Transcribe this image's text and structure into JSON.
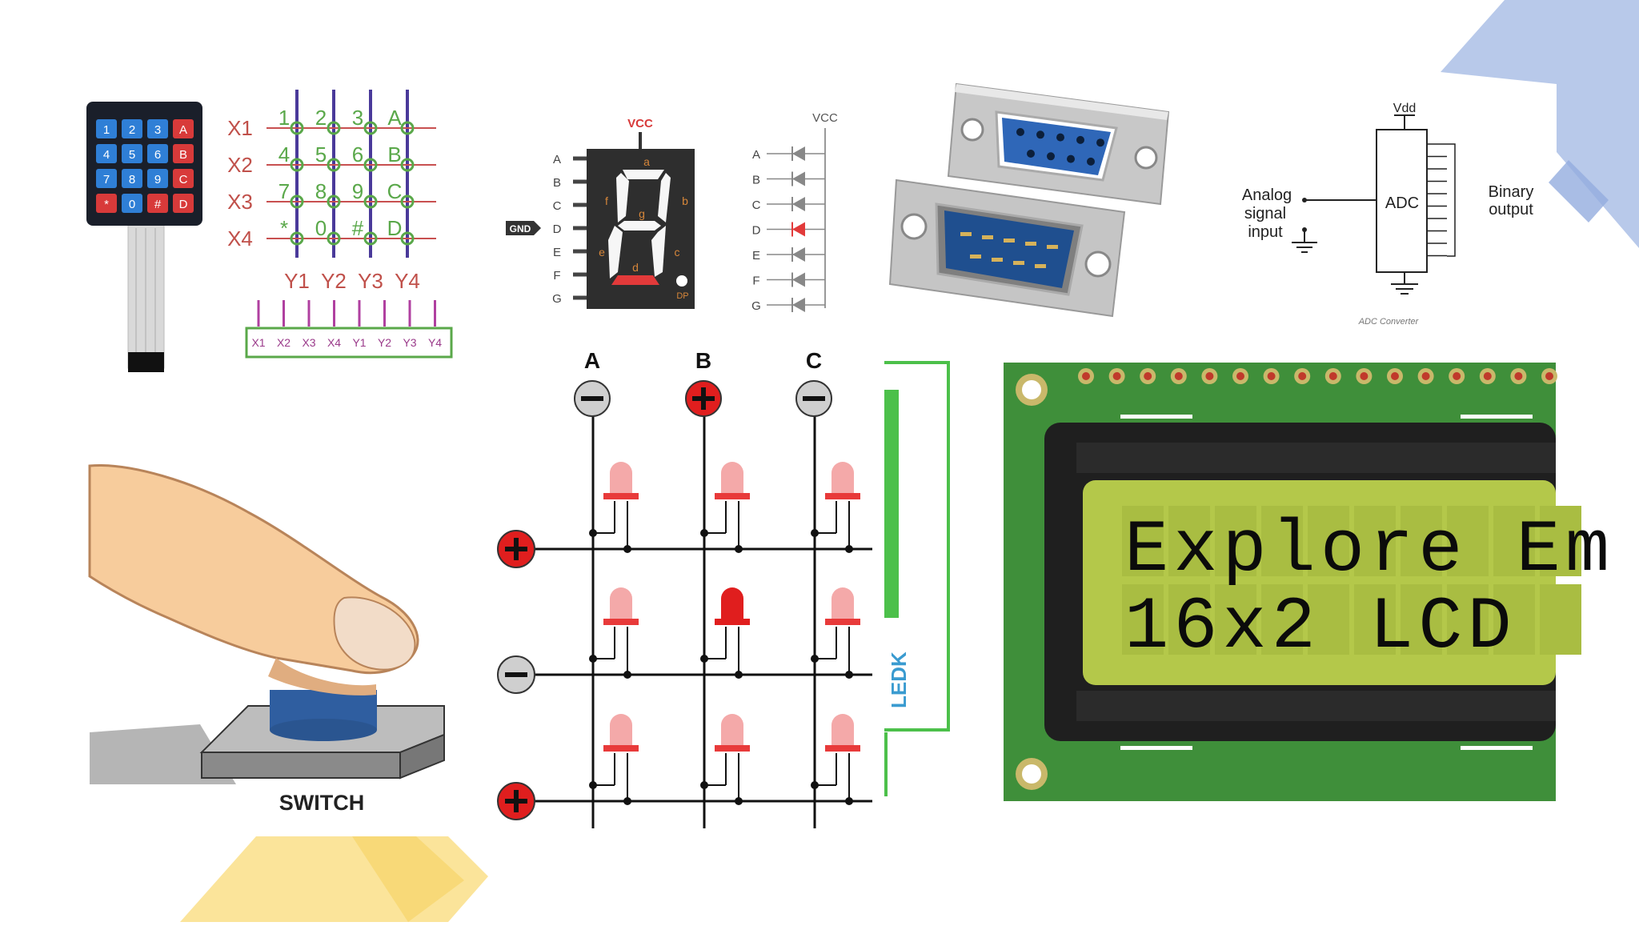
{
  "keypad": {
    "keys": [
      [
        "1",
        "2",
        "3",
        "A"
      ],
      [
        "4",
        "5",
        "6",
        "B"
      ],
      [
        "7",
        "8",
        "9",
        "C"
      ],
      [
        "*",
        "0",
        "#",
        "D"
      ]
    ],
    "matrix_rows": [
      "X1",
      "X2",
      "X3",
      "X4"
    ],
    "matrix_cols": [
      "Y1",
      "Y2",
      "Y3",
      "Y4"
    ],
    "grid_chars": [
      [
        "1",
        "2",
        "3",
        "A"
      ],
      [
        "4",
        "5",
        "6",
        "B"
      ],
      [
        "7",
        "8",
        "9",
        "C"
      ],
      [
        "*",
        "0",
        "#",
        "D"
      ]
    ],
    "pins": [
      "X1",
      "X2",
      "X3",
      "X4",
      "Y1",
      "Y2",
      "Y3",
      "Y4"
    ]
  },
  "seven_segment": {
    "vcc": "VCC",
    "gnd": "GND",
    "pin_labels": [
      "A",
      "B",
      "C",
      "D",
      "E",
      "F",
      "G"
    ],
    "segment_letters": [
      "a",
      "b",
      "c",
      "d",
      "e",
      "f",
      "g"
    ],
    "dp": "DP",
    "led_vcc": "VCC",
    "led_labels": [
      "A",
      "B",
      "C",
      "D",
      "E",
      "F",
      "G"
    ]
  },
  "adc": {
    "vdd": "Vdd",
    "block": "ADC",
    "input_label": [
      "Analog",
      "signal",
      "input"
    ],
    "output_label": [
      "Binary",
      "output"
    ],
    "caption": "ADC Converter"
  },
  "switch": {
    "label": "SWITCH"
  },
  "led_matrix": {
    "columns": [
      "A",
      "B",
      "C"
    ],
    "column_polarity": [
      "−",
      "+",
      "−"
    ],
    "row_polarity": [
      "+",
      "−",
      "+"
    ],
    "lit_cell": [
      1,
      1
    ],
    "side_text": "LEDK"
  },
  "lcd": {
    "line1": "Explore Em",
    "line2": "16x2 LCD"
  },
  "colors": {
    "keypad_blue": "#2f7fd6",
    "keypad_red": "#d83a3a",
    "matrix_green": "#5aa84a",
    "matrix_purple": "#4a3a9a",
    "lcd_green": "#b4c84a",
    "pcb_green": "#3f8f3a",
    "deco_blue": "#b8c9ea",
    "deco_yellow": "#fbe49a"
  }
}
